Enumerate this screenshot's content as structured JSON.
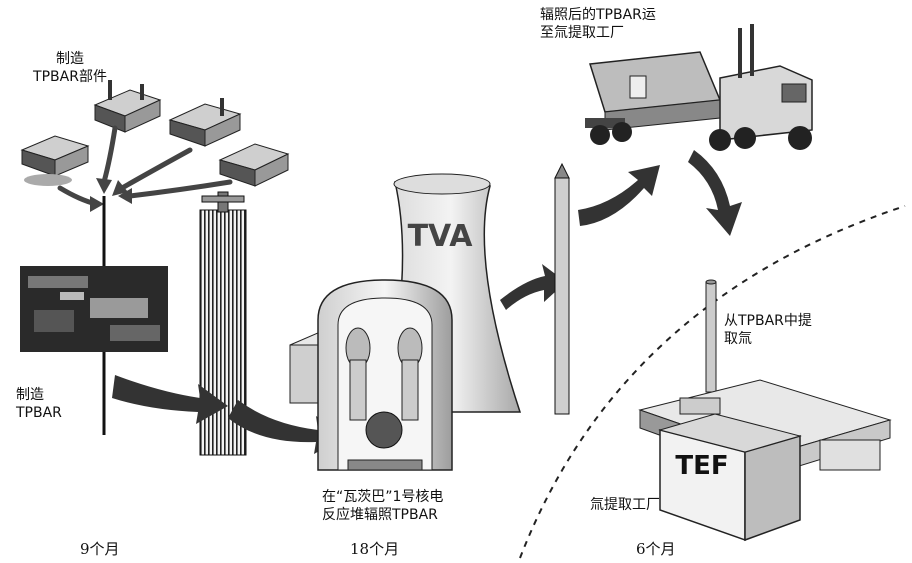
{
  "labels": {
    "make_parts": [
      "制造",
      "TPBAR部件"
    ],
    "make_tpbar": [
      "制造",
      "TPBAR"
    ],
    "irradiate": [
      "在“瓦茨巴”1号核电",
      "反应堆辐照TPBAR"
    ],
    "transport": [
      "辐照后的TPBAR运",
      "至氚提取工厂"
    ],
    "extract": [
      "从TPBAR中提",
      "取氚"
    ],
    "plant": "氚提取工厂",
    "tower_logo": "TVA",
    "plant_logo": "TEF"
  },
  "durations": [
    "9个月",
    "18个月",
    "6个月"
  ],
  "colors": {
    "ink": "#111111",
    "gray": "#8a8a8a",
    "light": "#e6e6e6",
    "mid": "#bdbdbd"
  }
}
